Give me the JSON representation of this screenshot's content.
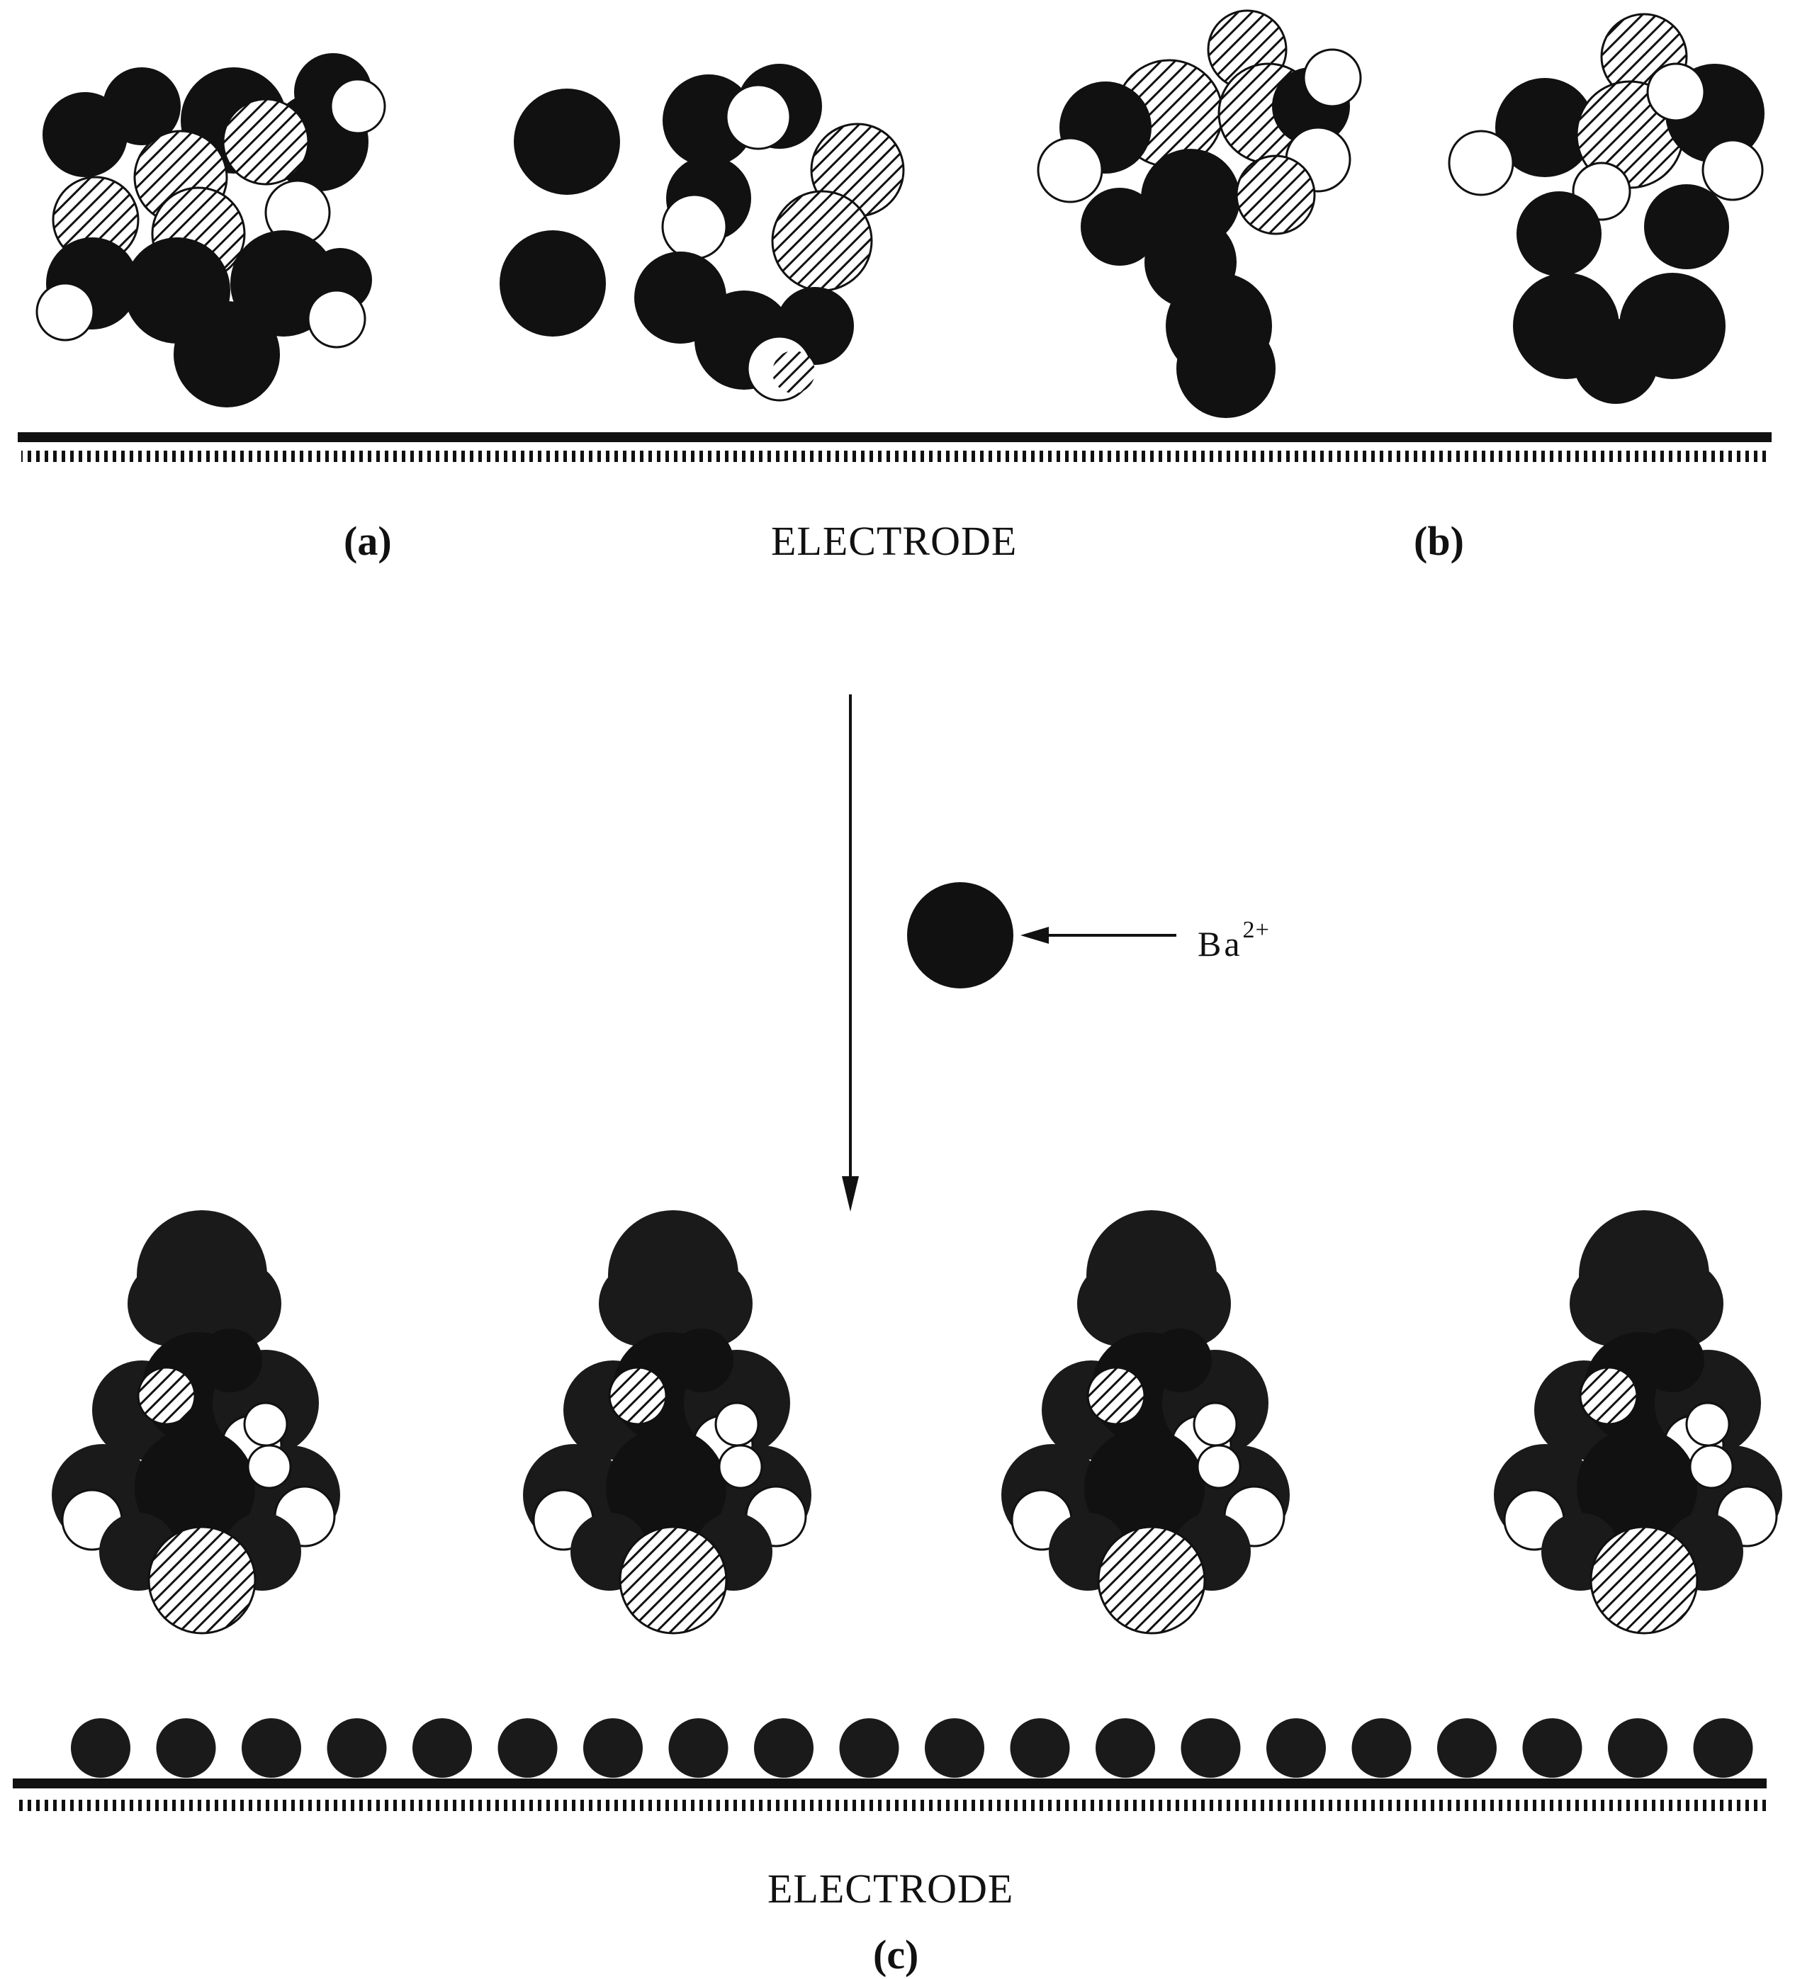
{
  "panels": [
    {
      "id": "a",
      "label": "(a)"
    },
    {
      "id": "b",
      "label": "(b)"
    },
    {
      "id": "c",
      "label": "(c)"
    }
  ],
  "electrode_label": "ELECTRODE",
  "ion": {
    "symbol": "Ba",
    "charge": "2+"
  },
  "colors": {
    "background": "#ffffff",
    "ink": "#111111",
    "white_atom": "#ffffff"
  }
}
